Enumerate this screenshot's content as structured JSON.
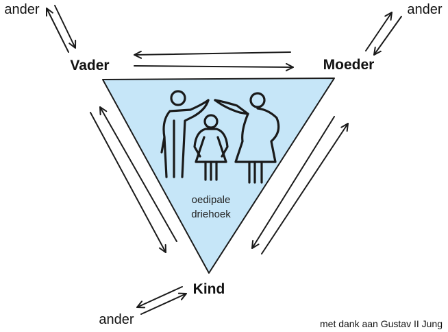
{
  "nodes": {
    "father": "Vader",
    "mother": "Moeder",
    "child": "Kind"
  },
  "others": {
    "top_left": "ander",
    "top_right": "ander",
    "bottom_left": "ander"
  },
  "center": {
    "line1": "oedipale",
    "line2": "driehoek"
  },
  "credit": "met dank aan Gustav II Jung",
  "colors": {
    "triangle_fill": "#c6e6f8",
    "line": "#1a1a1a"
  }
}
